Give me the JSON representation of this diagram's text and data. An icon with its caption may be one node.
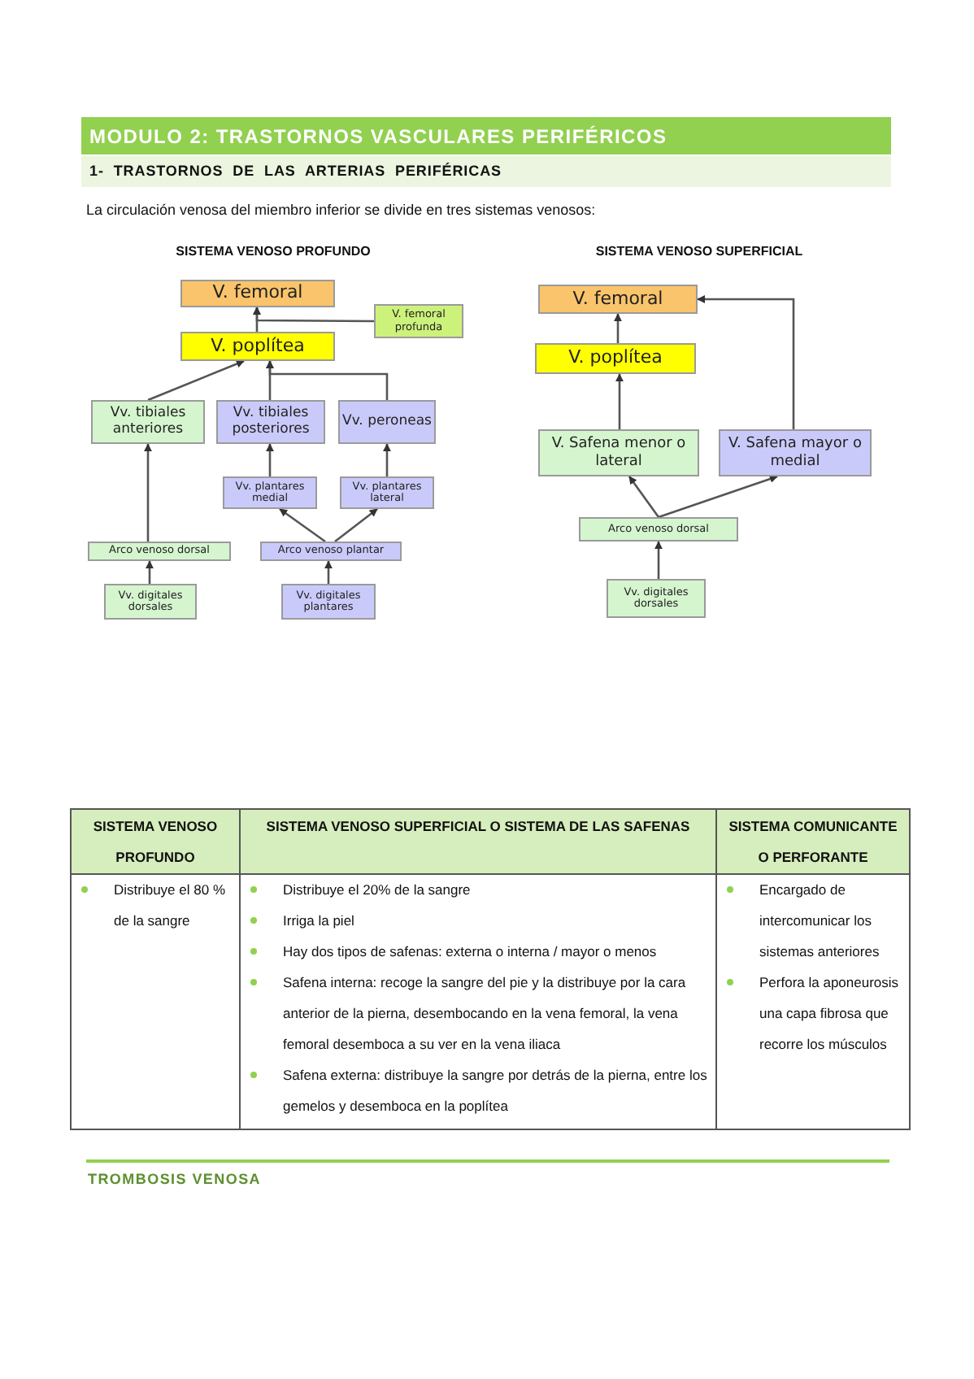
{
  "diagram": {
    "title": "MODULO 2: TRASTORNOS VASCULARES PERIFÉRICOS",
    "nodes": [
      {
        "text": [
          "V. femoral"
        ]
      },
      {
        "text": [
          "V. femoral profunda"
        ]
      },
      {
        "text": [
          "V. poplítea"
        ]
      },
      {
        "text": [
          "Vv. tibiales anteriores"
        ]
      },
      {
        "text": [
          "Vv. tibiales posteriores"
        ]
      },
      {
        "text": [
          "Vv. peroneas"
        ]
      },
      {
        "text": [
          "Vv. plantares medial"
        ]
      },
      {
        "text": [
          "Vv. plantares lateral"
        ]
      },
      {
        "text": [
          "Arco venoso dorsal"
        ]
      },
      {
        "text": [
          "Arco venoso plantar"
        ]
      },
      {
        "text": [
          "Vv. digitales dorsales"
        ]
      },
      {
        "text": [
          "Vv. digitales plantares"
        ]
      },
      {
        "text": [
          "V. femoral"
        ]
      },
      {
        "text": [
          "V. poplítea"
        ]
      },
      {
        "text": [
          "V. Safena menor o lateral"
        ]
      },
      {
        "text": [
          "V. Safena mayor o medial"
        ]
      },
      {
        "text": [
          "Arco venoso dorsal"
        ]
      },
      {
        "text": [
          "Vv. digitales dorsales"
        ]
      }
    ],
    "edges": [
      {
        "from": 1,
        "to": 0,
        "arrow": "to"
      },
      {
        "from": 2,
        "to": 0,
        "arrow": "to"
      },
      {
        "from": 3,
        "to": 2,
        "arrow": "to"
      },
      {
        "from": 4,
        "to": 2,
        "arrow": "to"
      },
      {
        "from": 5,
        "to": 2,
        "arrow": "to"
      },
      {
        "from": 6,
        "to": 4,
        "arrow": "to"
      },
      {
        "from": 7,
        "to": 5,
        "arrow": "to"
      },
      {
        "from": 9,
        "to": 6,
        "arrow": "to"
      },
      {
        "from": 9,
        "to": 7,
        "arrow": "to"
      },
      {
        "from": 11,
        "to": 9,
        "arrow": "to"
      },
      {
        "from": 8,
        "to": 3,
        "arrow": "to"
      },
      {
        "from": 10,
        "to": 8,
        "arrow": "to"
      },
      {
        "from": 13,
        "to": 12,
        "arrow": "to"
      },
      {
        "from": 14,
        "to": 13,
        "arrow": "to"
      },
      {
        "from": 15,
        "to": 12,
        "arrow": "to"
      },
      {
        "from": 16,
        "to": 14,
        "arrow": "to"
      },
      {
        "from": 16,
        "to": 15,
        "arrow": "to"
      },
      {
        "from": 17,
        "to": 16,
        "arrow": "to"
      }
    ],
    "labels": [
      "1- TRASTORNOS DE LAS ARTERIAS PERIFÉRICAS",
      "La circulación venosa del miembro inferior se divide en tres sistemas venosos:",
      "SISTEMA VENOSO PROFUNDO",
      "SISTEMA VENOSO SUPERFICIAL",
      "SISTEMA VENOSO PROFUNDO",
      "SISTEMA VENOSO SUPERFICIAL O SISTEMA DE LAS SAFENAS",
      "SISTEMA COMUNICANTE O PERFORANTE",
      "Distribuye el 80 % de la sangre",
      "Distribuye el 20% de la sangre",
      "Irriga la piel",
      "Hay dos tipos de safenas: externa o interna / mayor o menos",
      "Safena interna: recoge la sangre del pie y la distribuye por la cara anterior de la pierna, desembocando en la vena femoral, la vena femoral desemboca a su ver en la vena iliaca",
      "Safena externa: distribuye la sangre por detrás de la pierna, entre los gemelos y desemboca en la poplítea",
      "Encargado de intercomunicar los sistemas anteriores",
      "Perfora la aponeurosis una capa fibrosa que recorre los músculos",
      "TROMBOSIS VENOSA"
    ]
  }
}
